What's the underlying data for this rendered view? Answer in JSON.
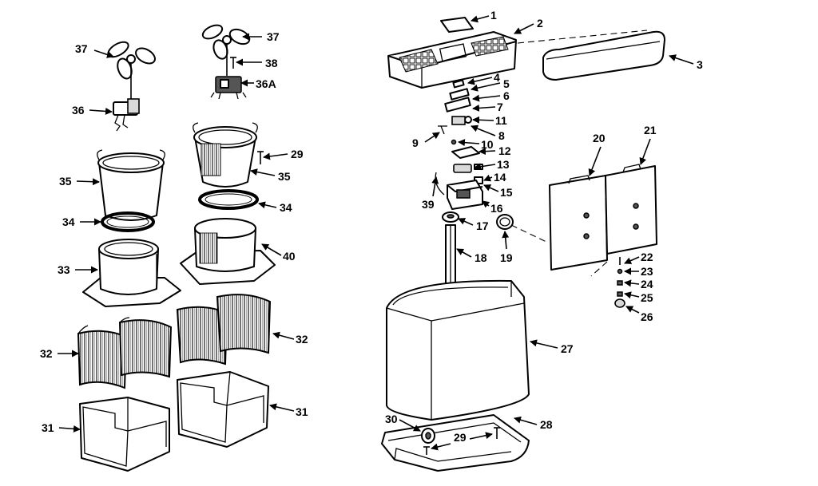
{
  "diagram": {
    "labels": [
      "1",
      "2",
      "3",
      "4",
      "5",
      "6",
      "7",
      "8",
      "9",
      "10",
      "11",
      "12",
      "13",
      "14",
      "15",
      "16",
      "17",
      "18",
      "19",
      "20",
      "21",
      "22",
      "23",
      "24",
      "25",
      "26",
      "27",
      "28",
      "29",
      "30",
      "31",
      "32",
      "33",
      "34",
      "35",
      "36",
      "36A",
      "37",
      "38",
      "39",
      "40"
    ]
  }
}
